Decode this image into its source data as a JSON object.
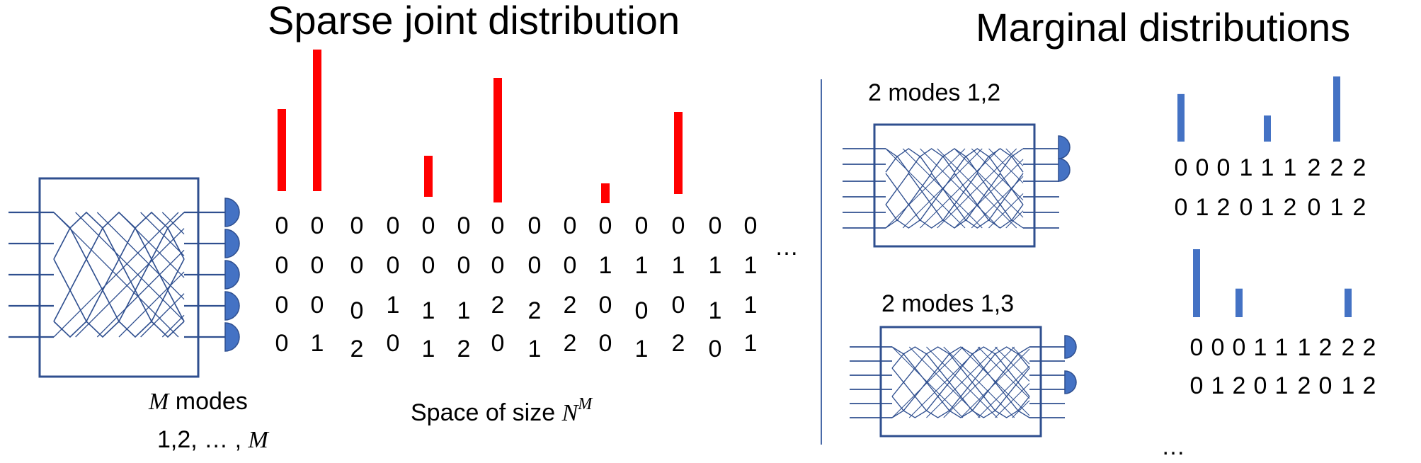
{
  "titles": {
    "joint": "Sparse joint distribution",
    "marginal": "Marginal distributions"
  },
  "device": {
    "m_symbol": "M",
    "modes_word": " modes",
    "mode_list": "1,2, … , ",
    "mode_list_symbol": "M"
  },
  "space": {
    "prefix": "Space of size ",
    "base": "N",
    "exponent": "M"
  },
  "joint": {
    "ellipsis": "…",
    "bar_color": "#ff0000",
    "outcome_rows": [
      [
        "0",
        "0",
        "0",
        "0",
        "0",
        "0",
        "0",
        "0",
        "0",
        "0",
        "0",
        "0",
        "0",
        "0"
      ],
      [
        "0",
        "0",
        "0",
        "0",
        "0",
        "0",
        "0",
        "0",
        "0",
        "1",
        "1",
        "1",
        "1",
        "1"
      ],
      [
        "0",
        "0",
        "0",
        "1",
        "1",
        "1",
        "2",
        "2",
        "2",
        "0",
        "0",
        "0",
        "1",
        "1"
      ],
      [
        "0",
        "1",
        "2",
        "0",
        "1",
        "2",
        "0",
        "1",
        "2",
        "0",
        "1",
        "2",
        "0",
        "1"
      ]
    ],
    "probabilities": [
      0.58,
      1.0,
      0,
      0,
      0.29,
      0,
      0.88,
      0,
      0,
      0.14,
      0,
      0.58,
      0,
      0
    ]
  },
  "marginals": {
    "bar_color": "#4472c4",
    "trailing_ellipsis": "…",
    "panels": [
      {
        "label": "2 modes 1,2",
        "rows": [
          [
            "0",
            "0",
            "0",
            "1",
            "1",
            "1",
            "2",
            "2",
            "2"
          ],
          [
            "0",
            "1",
            "2",
            "0",
            "1",
            "2",
            "0",
            "1",
            "2"
          ]
        ],
        "probabilities": [
          0.73,
          0,
          0,
          0,
          0.4,
          0,
          0,
          1.0,
          0
        ]
      },
      {
        "label": "2 modes 1,3",
        "rows": [
          [
            "0",
            "0",
            "0",
            "1",
            "1",
            "1",
            "2",
            "2",
            "2"
          ],
          [
            "0",
            "1",
            "2",
            "0",
            "1",
            "2",
            "0",
            "1",
            "2"
          ]
        ],
        "probabilities": [
          1.0,
          0,
          0.42,
          0,
          0,
          0,
          0,
          0.42,
          0
        ]
      }
    ]
  },
  "colors": {
    "device_line": "#2f4f8f",
    "divider": "#4a6aa8"
  }
}
